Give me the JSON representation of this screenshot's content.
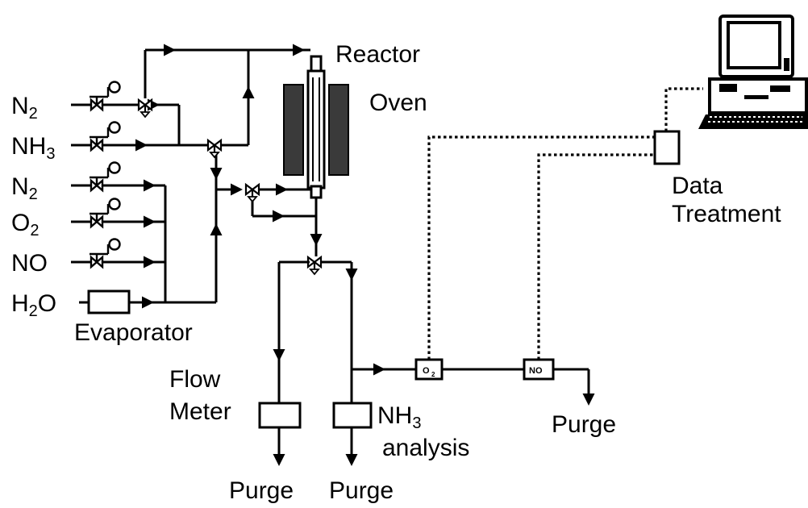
{
  "labels": {
    "gas_n2_top": {
      "main": "N",
      "sub": "2"
    },
    "gas_nh3": {
      "main": "NH",
      "sub": "3"
    },
    "gas_n2_mid": {
      "main": "N",
      "sub": "2"
    },
    "gas_o2": {
      "main": "O",
      "sub": "2"
    },
    "gas_no": {
      "main": "NO"
    },
    "gas_h2o": {
      "main_a": "H",
      "sub": "2",
      "main_b": "O"
    },
    "evaporator": "Evaporator",
    "reactor": "Reactor",
    "oven": "Oven",
    "data_treatment_line1": "Data",
    "data_treatment_line2": "Treatment",
    "flow_meter_line1": "Flow",
    "flow_meter_line2": "Meter",
    "nh3_analysis_main": "NH",
    "nh3_analysis_sub": "3",
    "nh3_analysis_line2": "analysis",
    "purge_right": "Purge",
    "purge_left": "Purge",
    "purge_mid": "Purge",
    "analyzer_o2": "O",
    "analyzer_o2_sub": "2",
    "analyzer_no": "NO"
  },
  "icons": [
    "mass-flow-controller-icon",
    "three-way-valve-icon",
    "computer-icon",
    "arrow-icon"
  ]
}
